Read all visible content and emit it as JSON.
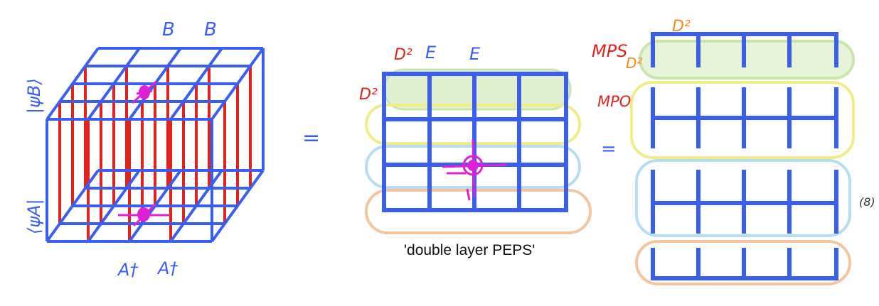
{
  "cube": {
    "top_labels": [
      "B",
      "B"
    ],
    "bottom_labels": [
      "A†",
      "A†"
    ],
    "side_top": "|ψB⟩",
    "side_bottom": "⟨ψA|"
  },
  "equals": [
    "=",
    "="
  ],
  "peps": {
    "labels": {
      "d2_left": "D²",
      "d2_top": "D²",
      "e1": "E",
      "e2": "E"
    },
    "caption": "'double layer PEPS'"
  },
  "mps_stack": {
    "mps_label": "MPS",
    "mpo_label": "MPO",
    "d2_top": "D²",
    "d2_left": "D²",
    "equation_number": "(8)"
  },
  "colors": {
    "blue": "#3a5ff0",
    "red": "#e0241c",
    "magenta": "#e01fd8",
    "green_band": "#c9e6a8",
    "yellow_band": "#f1ec8a",
    "cyan_band": "#b6def0",
    "orange_band": "#f3c6a2",
    "orange_text": "#f08a1a"
  }
}
